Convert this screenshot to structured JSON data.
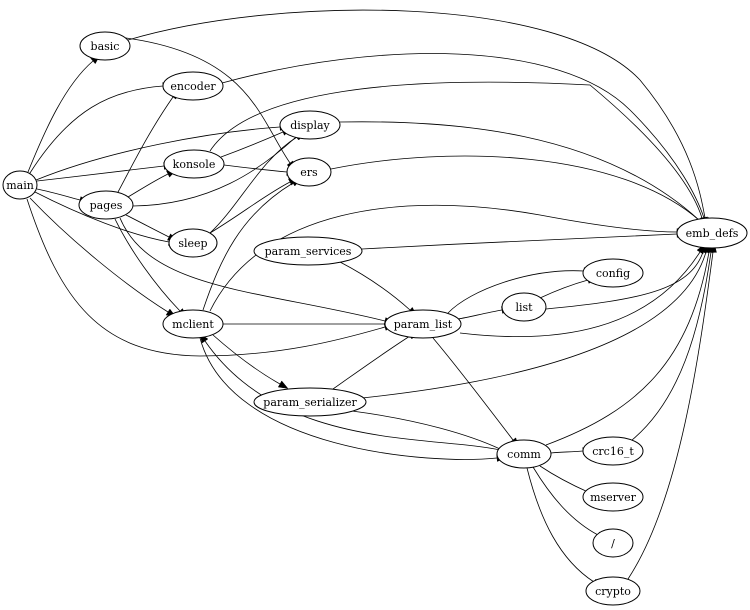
{
  "graph": {
    "nodes": [
      {
        "id": "main",
        "label": "main"
      },
      {
        "id": "basic",
        "label": "basic"
      },
      {
        "id": "encoder",
        "label": "encoder"
      },
      {
        "id": "display",
        "label": "display"
      },
      {
        "id": "konsole",
        "label": "konsole"
      },
      {
        "id": "pages",
        "label": "pages"
      },
      {
        "id": "ers",
        "label": "ers"
      },
      {
        "id": "sleep",
        "label": "sleep"
      },
      {
        "id": "emb_defs",
        "label": "emb_defs"
      },
      {
        "id": "param_services",
        "label": "param_services"
      },
      {
        "id": "config",
        "label": "config"
      },
      {
        "id": "list",
        "label": "list"
      },
      {
        "id": "mclient",
        "label": "mclient"
      },
      {
        "id": "param_list",
        "label": "param_list"
      },
      {
        "id": "param_serializer",
        "label": "param_serializer"
      },
      {
        "id": "comm",
        "label": "comm"
      },
      {
        "id": "crc16_t",
        "label": "crc16_t"
      },
      {
        "id": "mserver",
        "label": "mserver"
      },
      {
        "id": "slash",
        "label": "/"
      },
      {
        "id": "crypto",
        "label": "crypto"
      }
    ],
    "edges": [
      {
        "from": "main",
        "to": "basic"
      },
      {
        "from": "main",
        "to": "encoder"
      },
      {
        "from": "main",
        "to": "display"
      },
      {
        "from": "main",
        "to": "konsole"
      },
      {
        "from": "main",
        "to": "pages"
      },
      {
        "from": "main",
        "to": "sleep"
      },
      {
        "from": "main",
        "to": "mclient"
      },
      {
        "from": "main",
        "to": "param_list"
      },
      {
        "from": "basic",
        "to": "emb_defs"
      },
      {
        "from": "basic",
        "to": "ers"
      },
      {
        "from": "encoder",
        "to": "emb_defs"
      },
      {
        "from": "display",
        "to": "emb_defs"
      },
      {
        "from": "konsole",
        "to": "emb_defs"
      },
      {
        "from": "konsole",
        "to": "display"
      },
      {
        "from": "konsole",
        "to": "ers"
      },
      {
        "from": "pages",
        "to": "encoder"
      },
      {
        "from": "pages",
        "to": "konsole"
      },
      {
        "from": "pages",
        "to": "display"
      },
      {
        "from": "pages",
        "to": "sleep"
      },
      {
        "from": "pages",
        "to": "mclient"
      },
      {
        "from": "pages",
        "to": "param_list"
      },
      {
        "from": "ers",
        "to": "emb_defs"
      },
      {
        "from": "sleep",
        "to": "display"
      },
      {
        "from": "sleep",
        "to": "ers"
      },
      {
        "from": "mclient",
        "to": "ers"
      },
      {
        "from": "mclient",
        "to": "emb_defs"
      },
      {
        "from": "mclient",
        "to": "param_list"
      },
      {
        "from": "mclient",
        "to": "param_serializer"
      },
      {
        "from": "mclient",
        "to": "comm"
      },
      {
        "from": "param_services",
        "to": "emb_defs"
      },
      {
        "from": "param_services",
        "to": "param_list"
      },
      {
        "from": "param_list",
        "to": "config"
      },
      {
        "from": "param_list",
        "to": "list"
      },
      {
        "from": "param_list",
        "to": "emb_defs"
      },
      {
        "from": "param_list",
        "to": "comm"
      },
      {
        "from": "list",
        "to": "config"
      },
      {
        "from": "list",
        "to": "emb_defs"
      },
      {
        "from": "param_serializer",
        "to": "param_list"
      },
      {
        "from": "param_serializer",
        "to": "emb_defs"
      },
      {
        "from": "param_serializer",
        "to": "comm"
      },
      {
        "from": "comm",
        "to": "mclient"
      },
      {
        "from": "comm",
        "to": "crc16_t"
      },
      {
        "from": "comm",
        "to": "mserver"
      },
      {
        "from": "comm",
        "to": "slash"
      },
      {
        "from": "comm",
        "to": "crypto"
      },
      {
        "from": "comm",
        "to": "emb_defs"
      },
      {
        "from": "crc16_t",
        "to": "emb_defs"
      },
      {
        "from": "crypto",
        "to": "emb_defs"
      }
    ]
  }
}
